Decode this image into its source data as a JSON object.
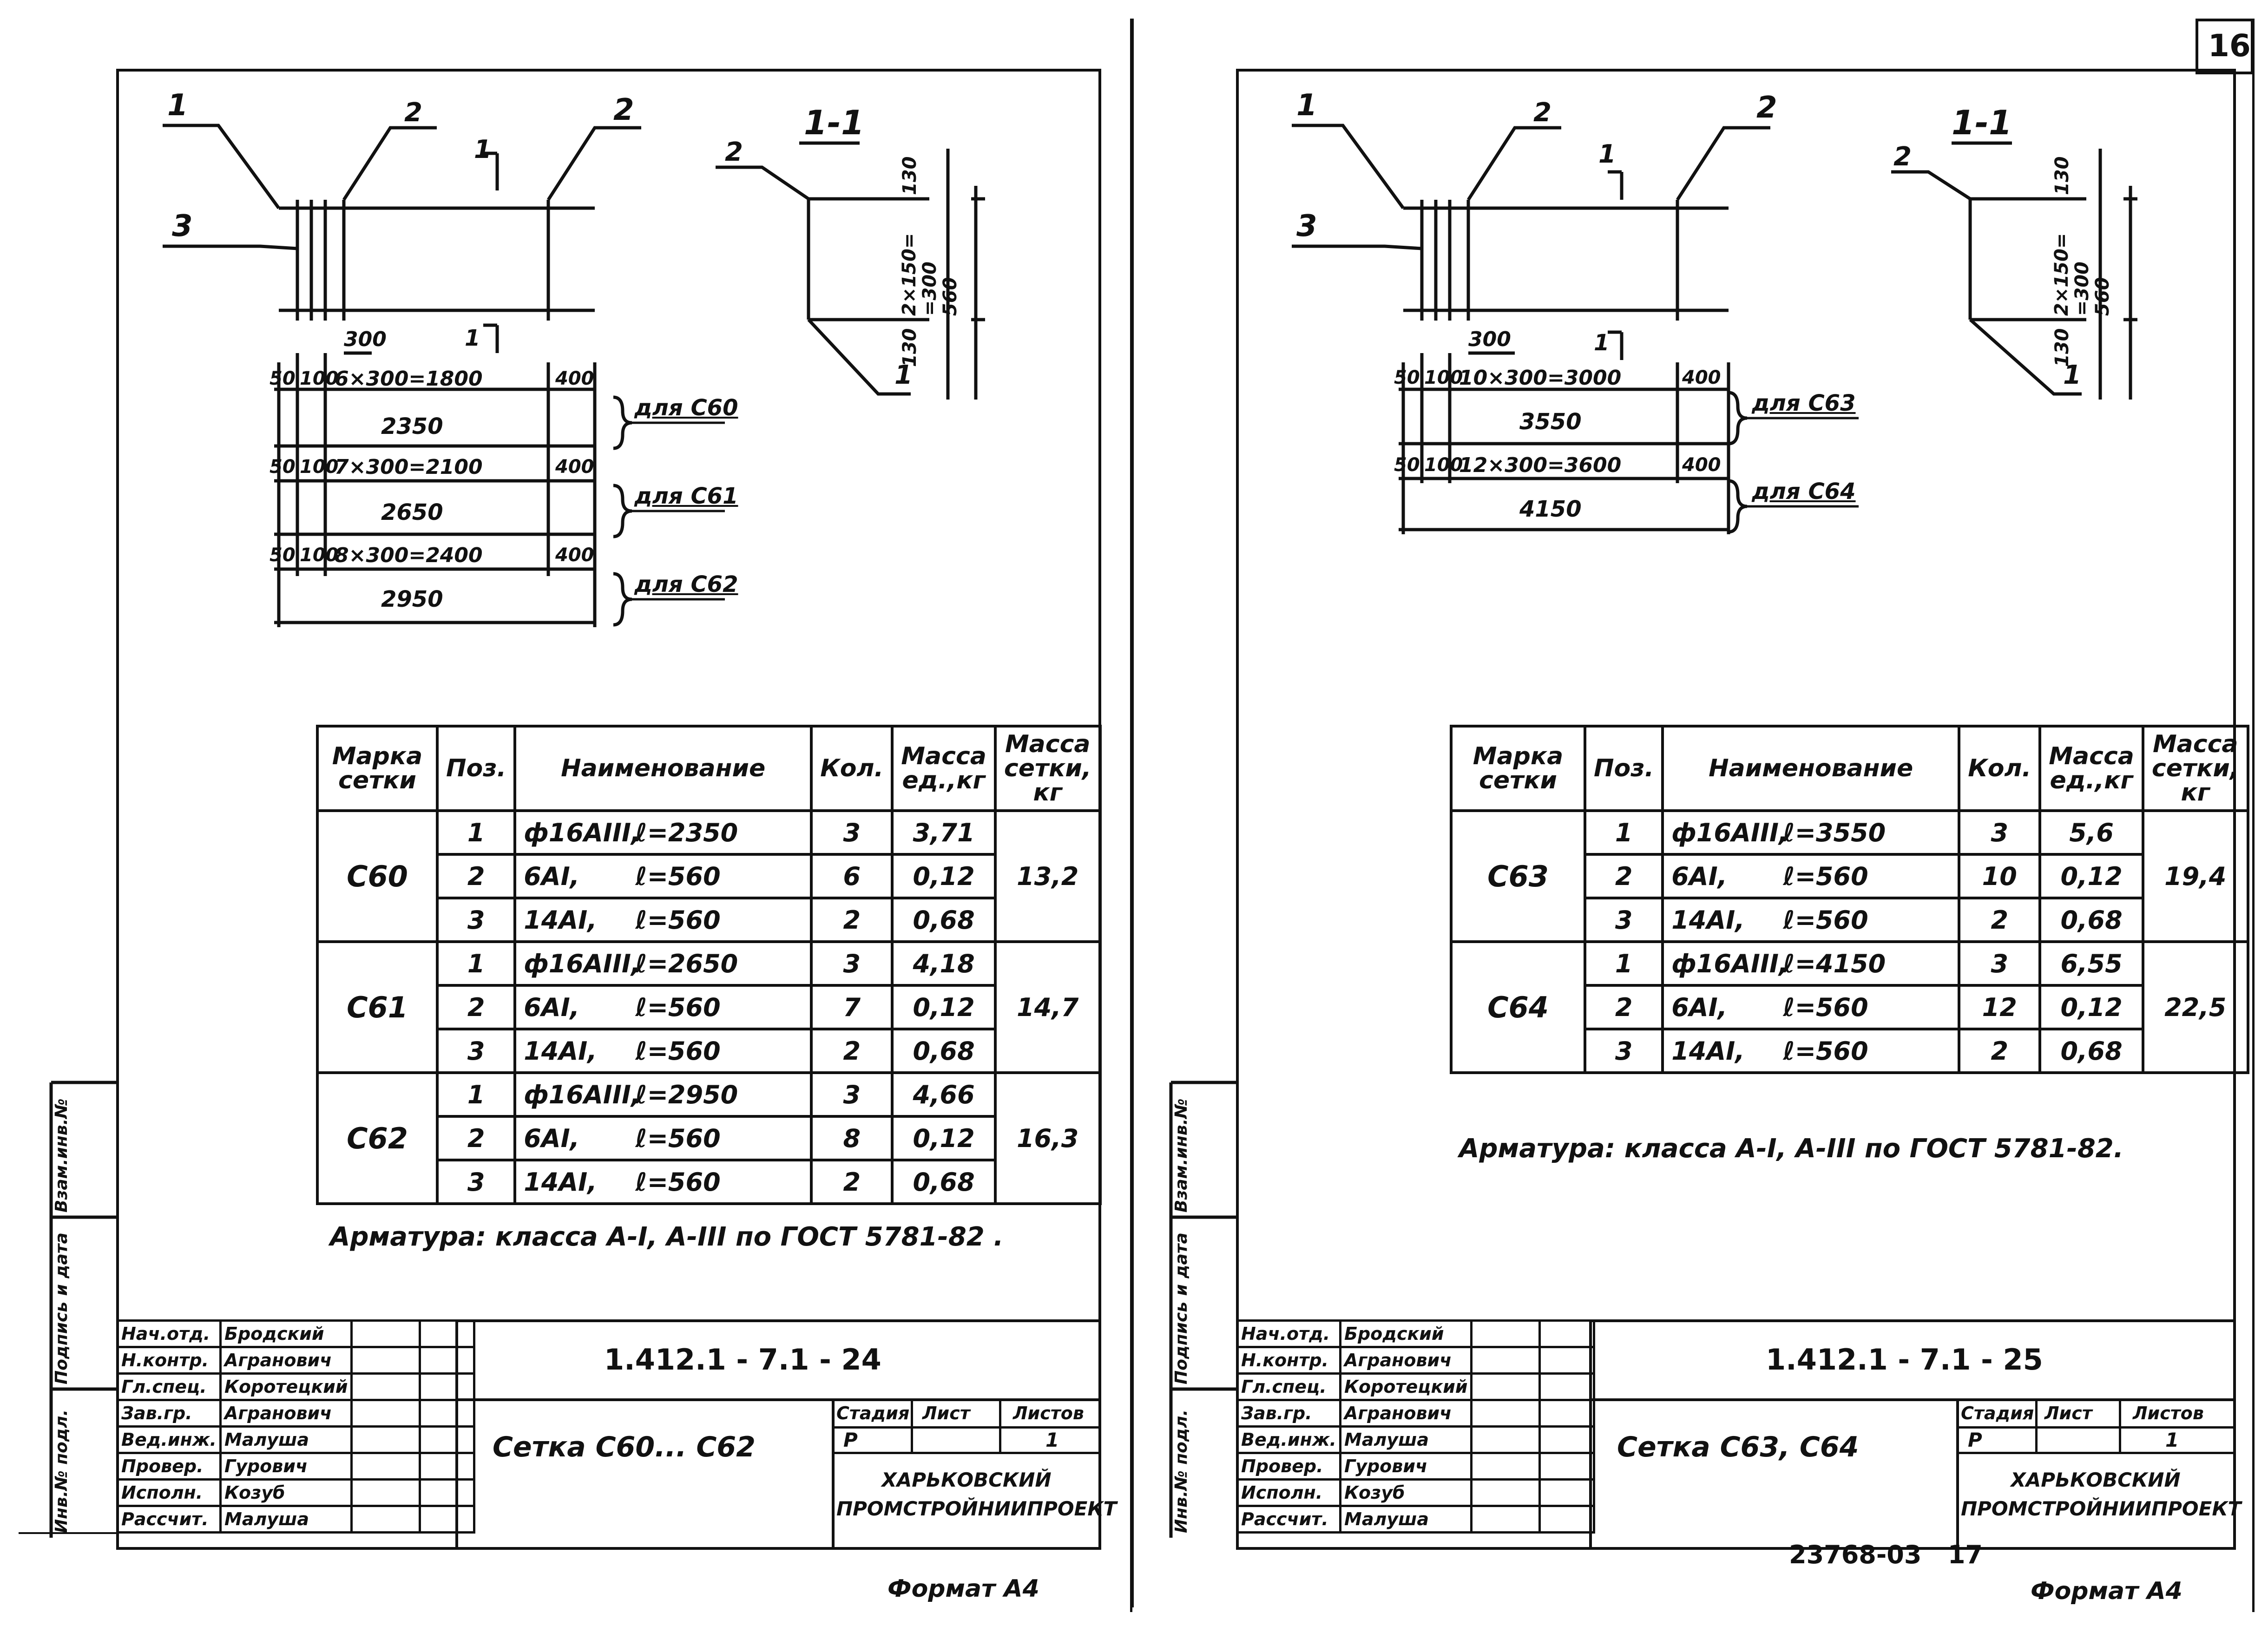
{
  "sheet_number": "16",
  "left": {
    "callouts": {
      "c1": "1",
      "c2a": "2",
      "c2b": "2",
      "c3": "3",
      "section_mark_top": "1",
      "section_mark_bottom": "1"
    },
    "section": {
      "title": "1-1",
      "pos2": "2",
      "pos1": "1",
      "dim_top": "130",
      "dim_mid": "2×150=\n=300\n560",
      "dim_bottom": "130"
    },
    "dims": {
      "d300": "300",
      "r1": {
        "a": "50",
        "b": "100",
        "c": "6×300=1800",
        "d": "400",
        "total": "2350",
        "label": "для С60"
      },
      "r2": {
        "a": "50",
        "b": "100",
        "c": "7×300=2100",
        "d": "400",
        "total": "2650",
        "label": "для С61"
      },
      "r3": {
        "a": "50",
        "b": "100",
        "c": "8×300=2400",
        "d": "400",
        "total": "2950",
        "label": "для С62"
      }
    },
    "table": {
      "headers": [
        "Марка сетки",
        "Поз.",
        "Наименование",
        "Кол.",
        "Масса ед.,кг",
        "Масса сетки, кг"
      ],
      "groups": [
        {
          "mark": "С60",
          "total": "13,2",
          "rows": [
            {
              "pos": "1",
              "name": "ф16АIII,",
              "len": "ℓ=2350",
              "qty": "3",
              "mass": "3,71"
            },
            {
              "pos": "2",
              "name": "6АI,",
              "len": "ℓ=560",
              "qty": "6",
              "mass": "0,12"
            },
            {
              "pos": "3",
              "name": "14АI,",
              "len": "ℓ=560",
              "qty": "2",
              "mass": "0,68"
            }
          ]
        },
        {
          "mark": "С61",
          "total": "14,7",
          "rows": [
            {
              "pos": "1",
              "name": "ф16АIII,",
              "len": "ℓ=2650",
              "qty": "3",
              "mass": "4,18"
            },
            {
              "pos": "2",
              "name": "6АI,",
              "len": "ℓ=560",
              "qty": "7",
              "mass": "0,12"
            },
            {
              "pos": "3",
              "name": "14АI,",
              "len": "ℓ=560",
              "qty": "2",
              "mass": "0,68"
            }
          ]
        },
        {
          "mark": "С62",
          "total": "16,3",
          "rows": [
            {
              "pos": "1",
              "name": "ф16АIII,",
              "len": "ℓ=2950",
              "qty": "3",
              "mass": "4,66"
            },
            {
              "pos": "2",
              "name": "6АI,",
              "len": "ℓ=560",
              "qty": "8",
              "mass": "0,12"
            },
            {
              "pos": "3",
              "name": "14АI,",
              "len": "ℓ=560",
              "qty": "2",
              "mass": "0,68"
            }
          ]
        }
      ]
    },
    "note": "Арматура: класса А-I, А-III по ГОСТ 5781-82 .",
    "stamp": {
      "doc_code": "1.412.1 - 7.1 - 24",
      "title": "Сетка С60... С62",
      "stage_h": "Стадия",
      "sheet_h": "Лист",
      "sheets_h": "Листов",
      "stage": "Р",
      "sheet": "",
      "sheets": "1",
      "org": "Харьковский промстройниипроект",
      "roles": [
        "Нач.отд.",
        "Н.контр.",
        "Гл.спец.",
        "Зав.гр.",
        "Вед.инж.",
        "Провер.",
        "Исполн.",
        "Рассчит."
      ],
      "names": [
        "Бродский",
        "Агранович",
        "Коротецкий",
        "Агранович",
        "Малушa",
        "Гурович",
        "Козуб",
        "Малуша"
      ]
    },
    "side_labels": [
      "Инв.№ подл.",
      "Подпись и дата",
      "Взам.инв.№"
    ],
    "format": "Формат А4"
  },
  "right": {
    "callouts": {
      "c1": "1",
      "c2a": "2",
      "c2b": "2",
      "c3": "3",
      "section_mark_top": "1",
      "section_mark_bottom": "1"
    },
    "section": {
      "title": "1-1",
      "pos2": "2",
      "pos1": "1",
      "dim_top": "130",
      "dim_mid": "2×150=\n=300\n560",
      "dim_bottom": "130"
    },
    "dims": {
      "d300": "300",
      "r1": {
        "a": "50",
        "b": "100",
        "c": "10×300=3000",
        "d": "400",
        "total": "3550",
        "label": "для С63"
      },
      "r2": {
        "a": "50",
        "b": "100",
        "c": "12×300=3600",
        "d": "400",
        "total": "4150",
        "label": "для С64"
      }
    },
    "table": {
      "headers": [
        "Марка сетки",
        "Поз.",
        "Наименование",
        "Кол.",
        "Масса ед.,кг",
        "Масса сетки, кг"
      ],
      "groups": [
        {
          "mark": "С63",
          "total": "19,4",
          "rows": [
            {
              "pos": "1",
              "name": "ф16АIII,",
              "len": "ℓ=3550",
              "qty": "3",
              "mass": "5,6"
            },
            {
              "pos": "2",
              "name": "6АI,",
              "len": "ℓ=560",
              "qty": "10",
              "mass": "0,12"
            },
            {
              "pos": "3",
              "name": "14АI,",
              "len": "ℓ=560",
              "qty": "2",
              "mass": "0,68"
            }
          ]
        },
        {
          "mark": "С64",
          "total": "22,5",
          "rows": [
            {
              "pos": "1",
              "name": "ф16АIII,",
              "len": "ℓ=4150",
              "qty": "3",
              "mass": "6,55"
            },
            {
              "pos": "2",
              "name": "6АI,",
              "len": "ℓ=560",
              "qty": "12",
              "mass": "0,12"
            },
            {
              "pos": "3",
              "name": "14АI,",
              "len": "ℓ=560",
              "qty": "2",
              "mass": "0,68"
            }
          ]
        }
      ]
    },
    "note": "Арматура: класса А-I, А-III по ГОСТ 5781-82.",
    "stamp": {
      "doc_code": "1.412.1 - 7.1 - 25",
      "title": "Сетка С63, С64",
      "stage_h": "Стадия",
      "sheet_h": "Лист",
      "sheets_h": "Листов",
      "stage": "Р",
      "sheet": "",
      "sheets": "1",
      "org": "Харьковский промстройниипроект",
      "roles": [
        "Нач.отд.",
        "Н.контр.",
        "Гл.спец.",
        "Зав.гр.",
        "Вед.инж.",
        "Провер.",
        "Исполн.",
        "Рассчит."
      ],
      "names": [
        "Бродский",
        "Агранович",
        "Коротецкий",
        "Агранович",
        "Малуша",
        "Гурович",
        "Козуб",
        "Малуша"
      ]
    },
    "side_labels": [
      "Инв.№ подл.",
      "Подпись и дата",
      "Взам.инв.№"
    ],
    "footer_number": "23768-03   17",
    "format": "Формат А4"
  }
}
